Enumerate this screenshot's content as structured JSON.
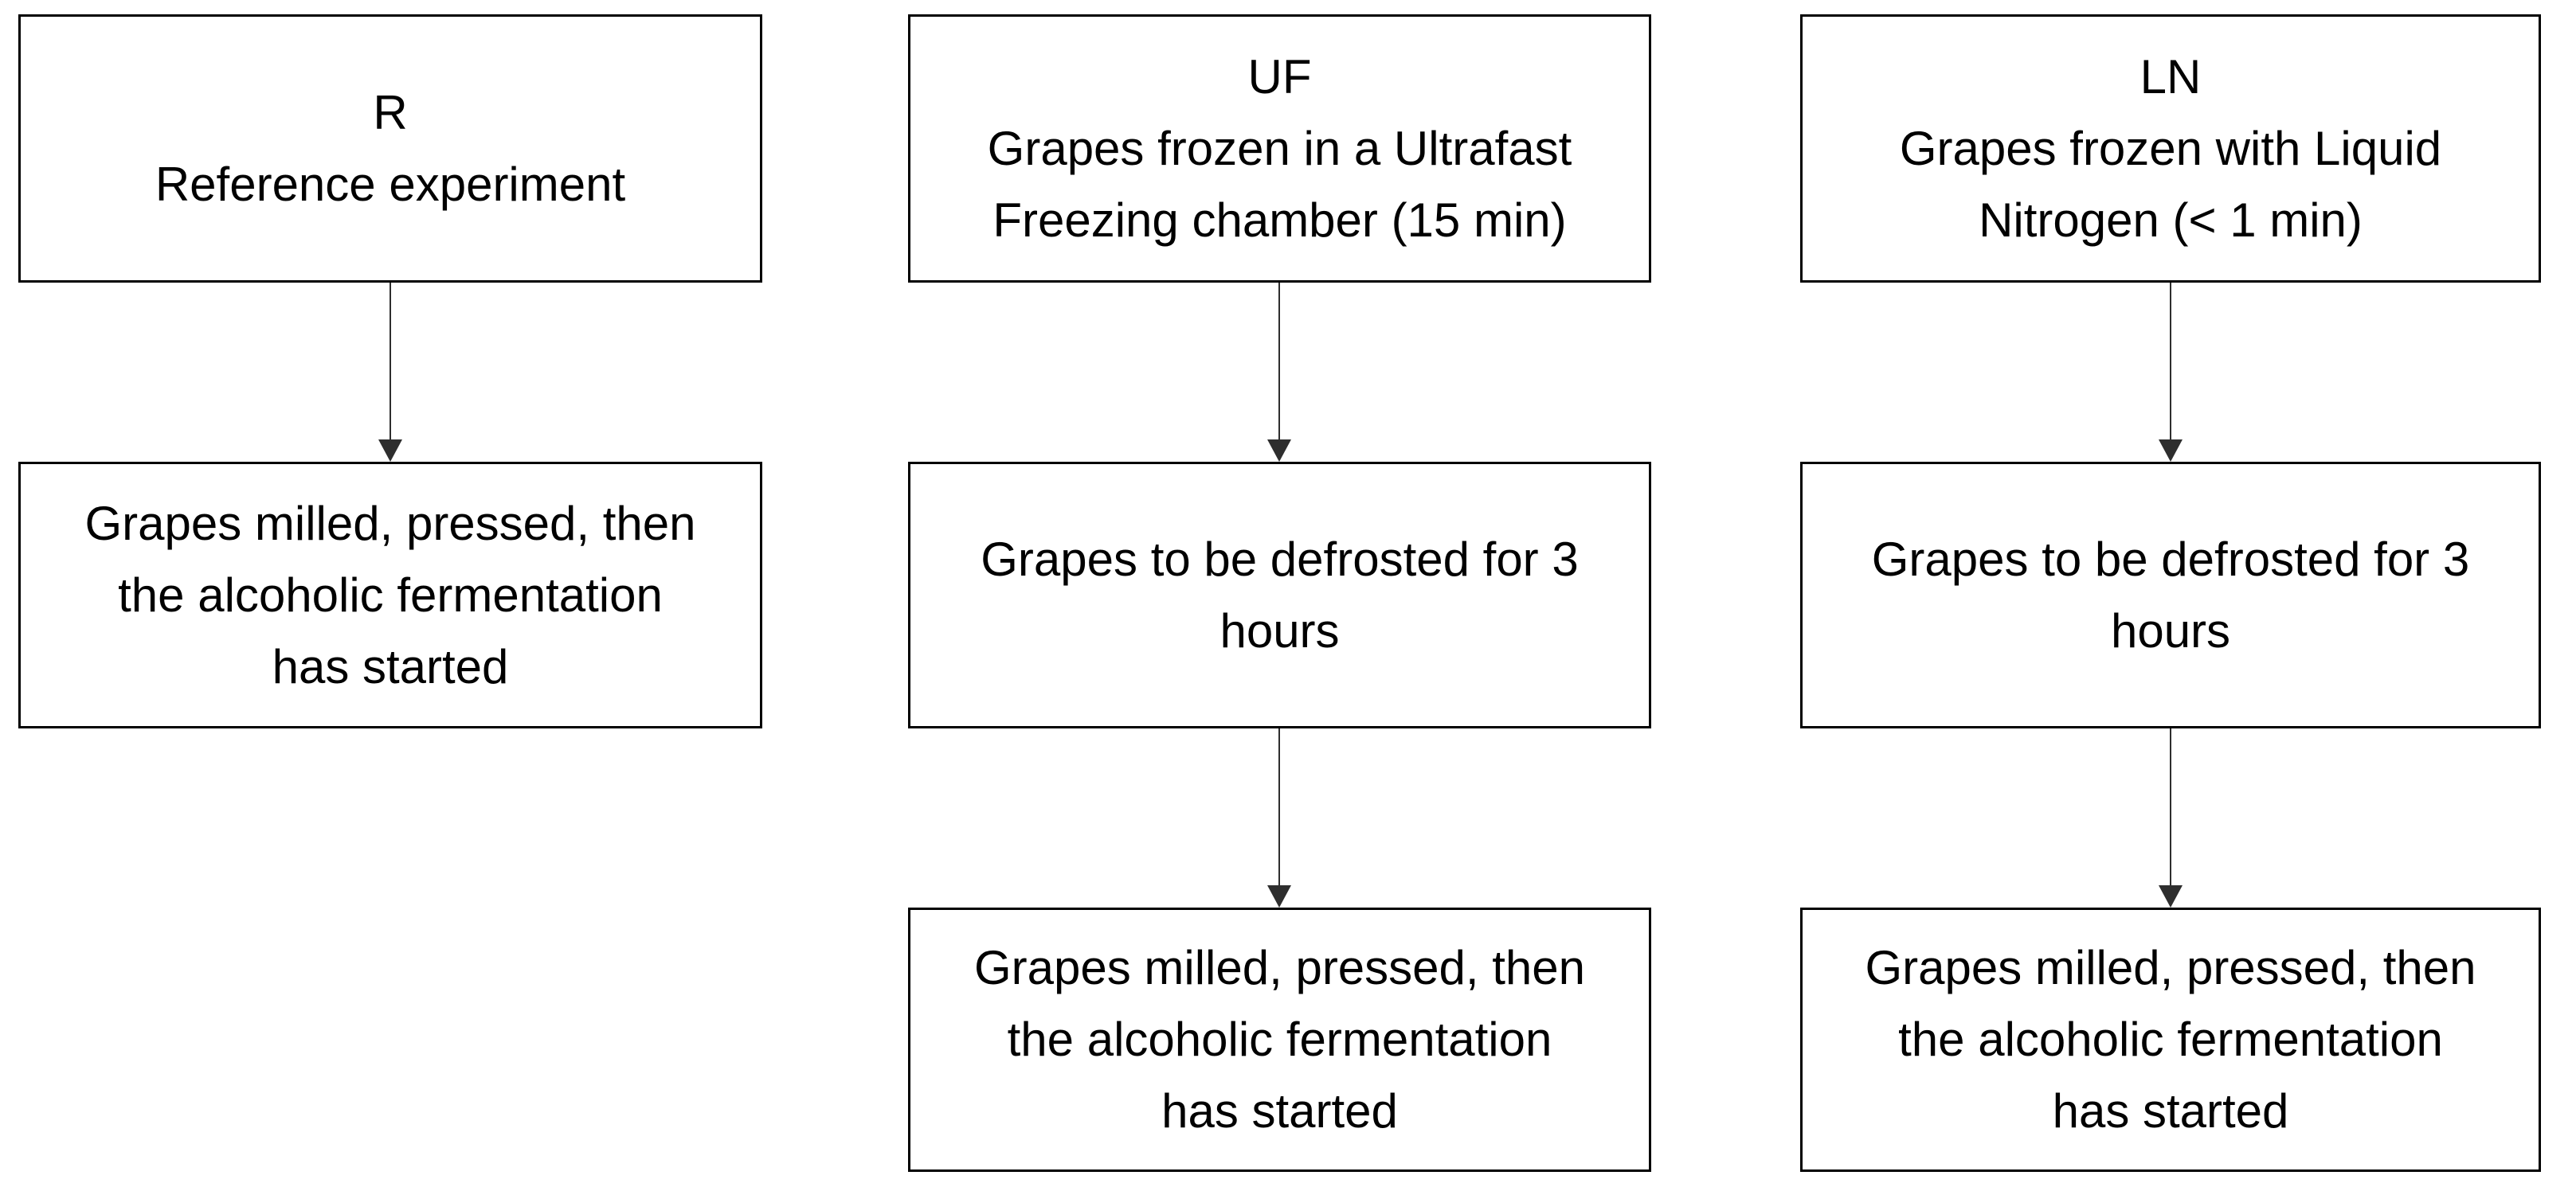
{
  "diagram": {
    "columns": [
      {
        "id": "R",
        "boxes": [
          {
            "lines": [
              "R",
              "Reference experiment"
            ]
          },
          {
            "lines": [
              "Grapes milled, pressed, then",
              "the alcoholic fermentation",
              "has started"
            ]
          }
        ]
      },
      {
        "id": "UF",
        "boxes": [
          {
            "lines": [
              "UF",
              "Grapes frozen in a Ultrafast",
              "Freezing chamber (15 min)"
            ]
          },
          {
            "lines": [
              "Grapes to be defrosted for 3",
              "hours"
            ]
          },
          {
            "lines": [
              "Grapes milled, pressed, then",
              "the alcoholic fermentation",
              "has started"
            ]
          }
        ]
      },
      {
        "id": "LN",
        "boxes": [
          {
            "lines": [
              "LN",
              "Grapes frozen with Liquid",
              "Nitrogen (< 1 min)"
            ]
          },
          {
            "lines": [
              "Grapes to be defrosted for 3",
              "hours"
            ]
          },
          {
            "lines": [
              "Grapes milled, pressed, then",
              "the alcoholic fermentation",
              "has started"
            ]
          }
        ]
      }
    ]
  },
  "colors": {
    "border": "#000000",
    "background": "#ffffff",
    "text": "#000000",
    "arrow": "#2e2e2e"
  }
}
